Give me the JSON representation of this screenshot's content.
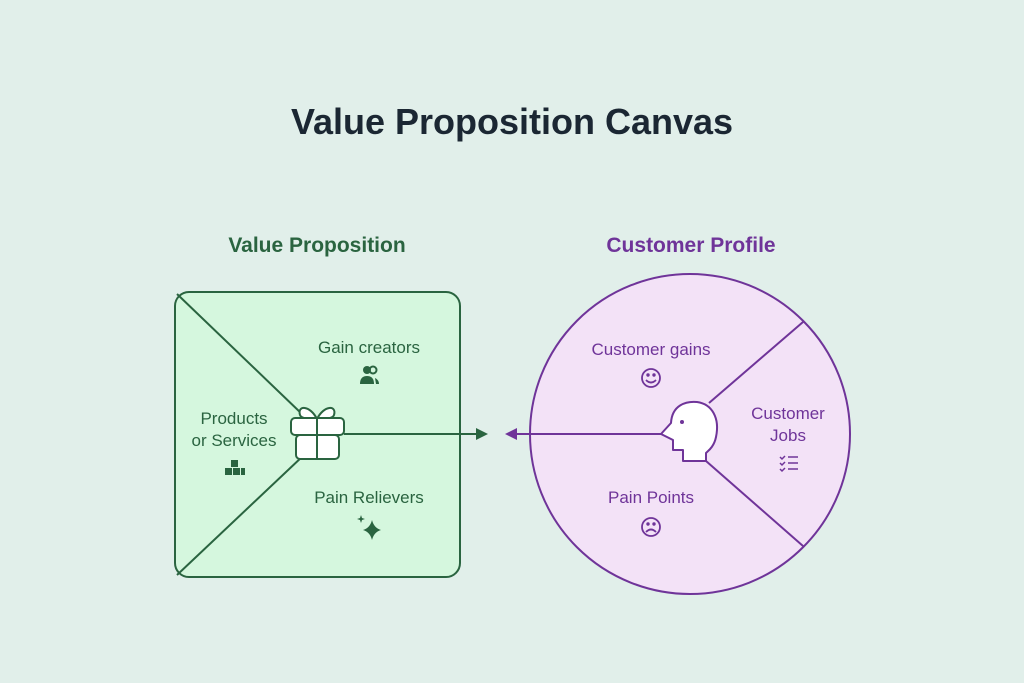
{
  "title": "Value Proposition Canvas",
  "colors": {
    "background": "#e1efea",
    "green": "#2a6440",
    "green_fill": "#d5f7de",
    "purple": "#6f3499",
    "purple_fill": "#f3e2f7"
  },
  "value_proposition": {
    "heading": "Value Proposition",
    "center_icon": "gift-icon",
    "sections": [
      {
        "label_lines": [
          "Gain creators"
        ],
        "icon": "users-icon"
      },
      {
        "label_lines": [
          "Products",
          "or Services"
        ],
        "icon": "boxes-icon"
      },
      {
        "label_lines": [
          "Pain Relievers"
        ],
        "icon": "sparkle-icon"
      }
    ]
  },
  "customer_profile": {
    "heading": "Customer Profile",
    "center_icon": "head-profile-icon",
    "sections": [
      {
        "label_lines": [
          "Customer gains"
        ],
        "icon": "smile-icon"
      },
      {
        "label_lines": [
          "Customer",
          "Jobs"
        ],
        "icon": "checklist-icon"
      },
      {
        "label_lines": [
          "Pain Points"
        ],
        "icon": "frown-icon"
      }
    ]
  }
}
